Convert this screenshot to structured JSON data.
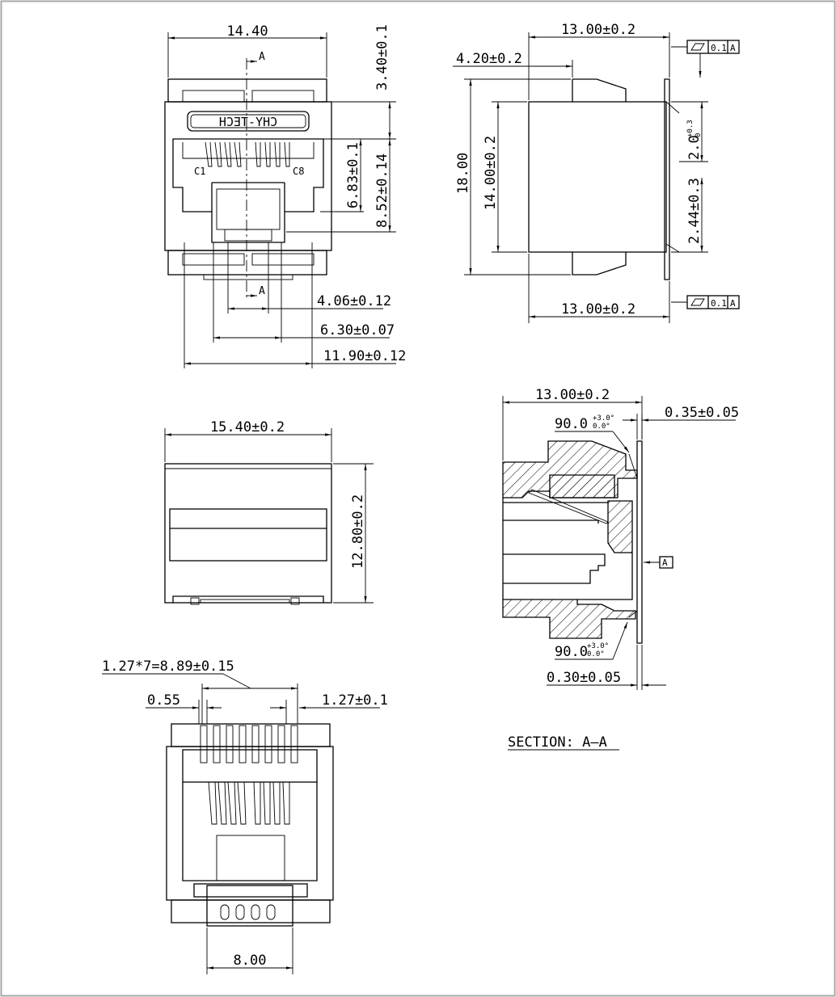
{
  "colors": {
    "ink": "#000000",
    "paper": "#ffffff",
    "border": "#a8a8a8"
  },
  "labels": {
    "front_width": "14.40",
    "section_mark": "A",
    "top_tab_height": "3.40±0.1",
    "logo_text": "CHY-TECH",
    "pin_c1": "C1",
    "pin_c8": "C8",
    "contact_height": "6.83±0.1",
    "opening_height": "8.52±0.14",
    "plug_slot_width": "4.06±0.12",
    "plug_width": "6.30±0.07",
    "opening_width": "11.90±0.12",
    "side_depth_top": "13.00±0.2",
    "tab_offset": "4.20±0.2",
    "side_total_height": "18.00",
    "side_body_height": "14.00±0.2",
    "tab_clearance": "2.0",
    "tab_clearance_plus": "+0.3",
    "tab_clearance_minus": "0",
    "bottom_gap": "2.44±0.3",
    "side_depth_bottom": "13.00±0.2",
    "flatness_tol": "0.1",
    "datum": "A",
    "top_width": "15.40±0.2",
    "top_height": "12.80±0.2",
    "pitch": "1.27*7=8.89±0.15",
    "pin_width": "0.55",
    "pin_pitch": "1.27±0.1",
    "peg_span": "8.00",
    "section_depth": "13.00±0.2",
    "wall_thickness": "0.35±0.05",
    "angle_upper": "90.0",
    "angle_upper_plus": "+3.0°",
    "angle_upper_minus": "0.0°",
    "angle_lower": "90.0",
    "angle_lower_plus": "+3.0°",
    "angle_lower_minus": "0.0°",
    "plate_thickness": "0.30±0.05",
    "section_title": "SECTION: A—A"
  }
}
